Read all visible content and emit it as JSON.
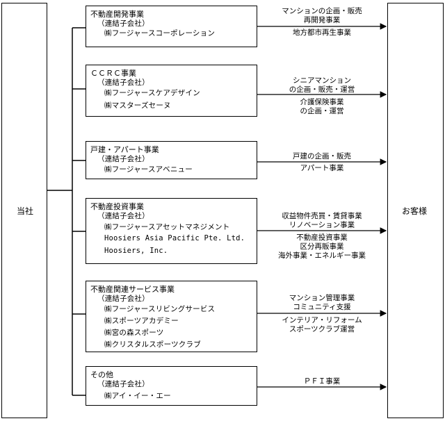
{
  "company": "当社",
  "customers": "お客様",
  "segments": [
    {
      "title": "不動産開発事業",
      "sub": "（連結子会社）",
      "companies": [
        "㈱フージャースコーポレーション"
      ],
      "services_above": [
        "マンションの企画・販売",
        "再開発事業"
      ],
      "services_below": [
        "地方都市再生事業"
      ]
    },
    {
      "title": "ＣＣＲＣ事業",
      "sub": "（連結子会社）",
      "companies": [
        "㈱フージャースケアデザイン",
        "㈱マスターズセーヌ"
      ],
      "services_above": [
        "シニアマンション",
        "の企画・販売・運営"
      ],
      "services_below": [
        "介護保険事業",
        "の企画・運営"
      ]
    },
    {
      "title": "戸建・アパート事業",
      "sub": "（連結子会社）",
      "companies": [
        "㈱フージャースアベニュー"
      ],
      "services_above": [
        "戸建の企画・販売"
      ],
      "services_below": [
        "アパート事業"
      ]
    },
    {
      "title": "不動産投資事業",
      "sub": "（連結子会社）",
      "companies": [
        "㈱フージャースアセットマネジメント",
        "Hoosiers Asia Pacific Pte. Ltd.",
        "Hoosiers, Inc."
      ],
      "services_above": [
        "収益物件売買・賃貸事業",
        "リノベーション事業"
      ],
      "services_below": [
        "不動産投資事業",
        "区分再販事業",
        "海外事業・エネルギー事業"
      ]
    },
    {
      "title": "不動産関連サービス事業",
      "sub": "（連結子会社）",
      "companies": [
        "㈱フージャースリビングサービス",
        "㈱スポーツアカデミー",
        "㈱宮の森スポーツ",
        "㈱クリスタルスポーツクラブ"
      ],
      "services_above": [
        "マンション管理事業",
        "コミュニティ支援"
      ],
      "services_below": [
        "インテリア・リフォーム",
        "スポーツクラブ運営"
      ]
    },
    {
      "title": "その他",
      "sub": "（連結子会社）",
      "companies": [
        "㈱アイ・イー・エー"
      ],
      "services_above": [
        "ＰＦＩ事業"
      ],
      "services_below": []
    }
  ]
}
